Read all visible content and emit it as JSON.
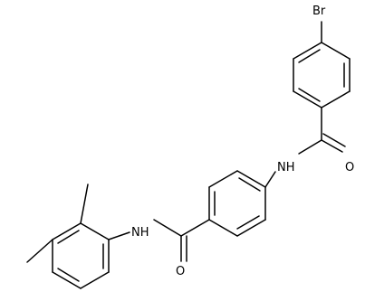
{
  "molecule": {
    "atom_labels": {
      "bromine": "Br",
      "oxygen_upper": "O",
      "nh_upper": "NH",
      "nh_lower": "NH",
      "oxygen_lower": "O"
    }
  },
  "colors": {
    "bond": "#000000",
    "label": "#000000",
    "background": "#ffffff"
  }
}
